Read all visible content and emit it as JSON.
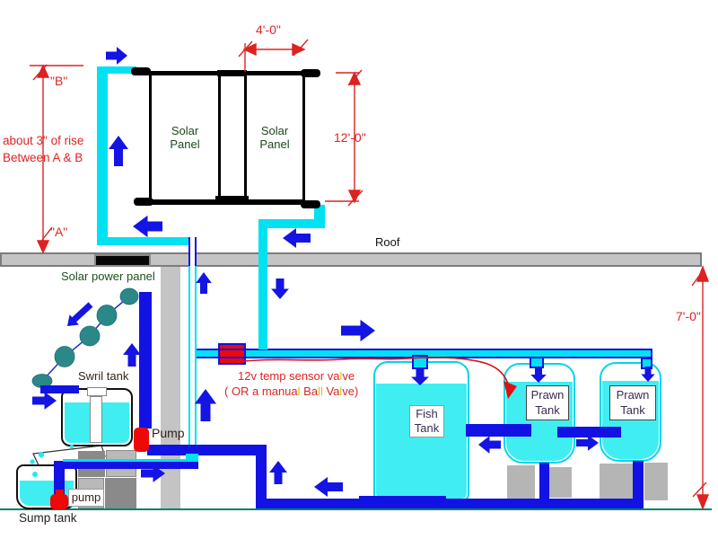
{
  "palette": {
    "pipe_cyan": "#00e1f2",
    "tank_water_cyan": "#40eef2",
    "flow_arrow_blue": "#1212e4",
    "valve_pump_red": "#ee0808",
    "annotation_red": "#e02424",
    "note_yellow": "#d4c400",
    "bio_ball_teal": "#2b8888",
    "roof_gray": "#c4c4c4",
    "ground_teal": "#00806a"
  },
  "annotations": {
    "point_b": "\"B\"",
    "point_a": "\"A\"",
    "rise_line1": "about 3\" of rise",
    "rise_line2": "Between A & B",
    "dim_panel_width": "4'-0\"",
    "dim_panel_height": "12'-0\"",
    "dim_roof_height": "7'-0\""
  },
  "labels": {
    "roof": "Roof",
    "solar_power_panel": "Solar power panel",
    "swirl_tank": "Swril tank",
    "pump_upper": "Pump",
    "pump_lower": "pump",
    "sump_tank": "Sump tank"
  },
  "solar_panels": {
    "panel1": [
      "Solar",
      "Panel"
    ],
    "panel2": [
      "Solar",
      "Panel"
    ]
  },
  "tanks": {
    "fish": [
      "Fish",
      "Tank"
    ],
    "prawn1": [
      "Prawn",
      "Tank"
    ],
    "prawn2": [
      "Prawn",
      "Tank"
    ]
  },
  "valve_note": {
    "line1": [
      {
        "t": "12v temp sensor va",
        "c": "#e02424"
      },
      {
        "t": "l",
        "c": "#d4c400"
      },
      {
        "t": "ve",
        "c": "#e02424"
      }
    ],
    "line2": [
      {
        "t": "( OR a manua",
        "c": "#e02424"
      },
      {
        "t": "l",
        "c": "#d4c400"
      },
      {
        "t": " Ba",
        "c": "#e02424"
      },
      {
        "t": "ll",
        "c": "#d4c400"
      },
      {
        "t": " Va",
        "c": "#e02424"
      },
      {
        "t": "l",
        "c": "#d4c400"
      },
      {
        "t": "ve)",
        "c": "#e02424"
      }
    ]
  }
}
